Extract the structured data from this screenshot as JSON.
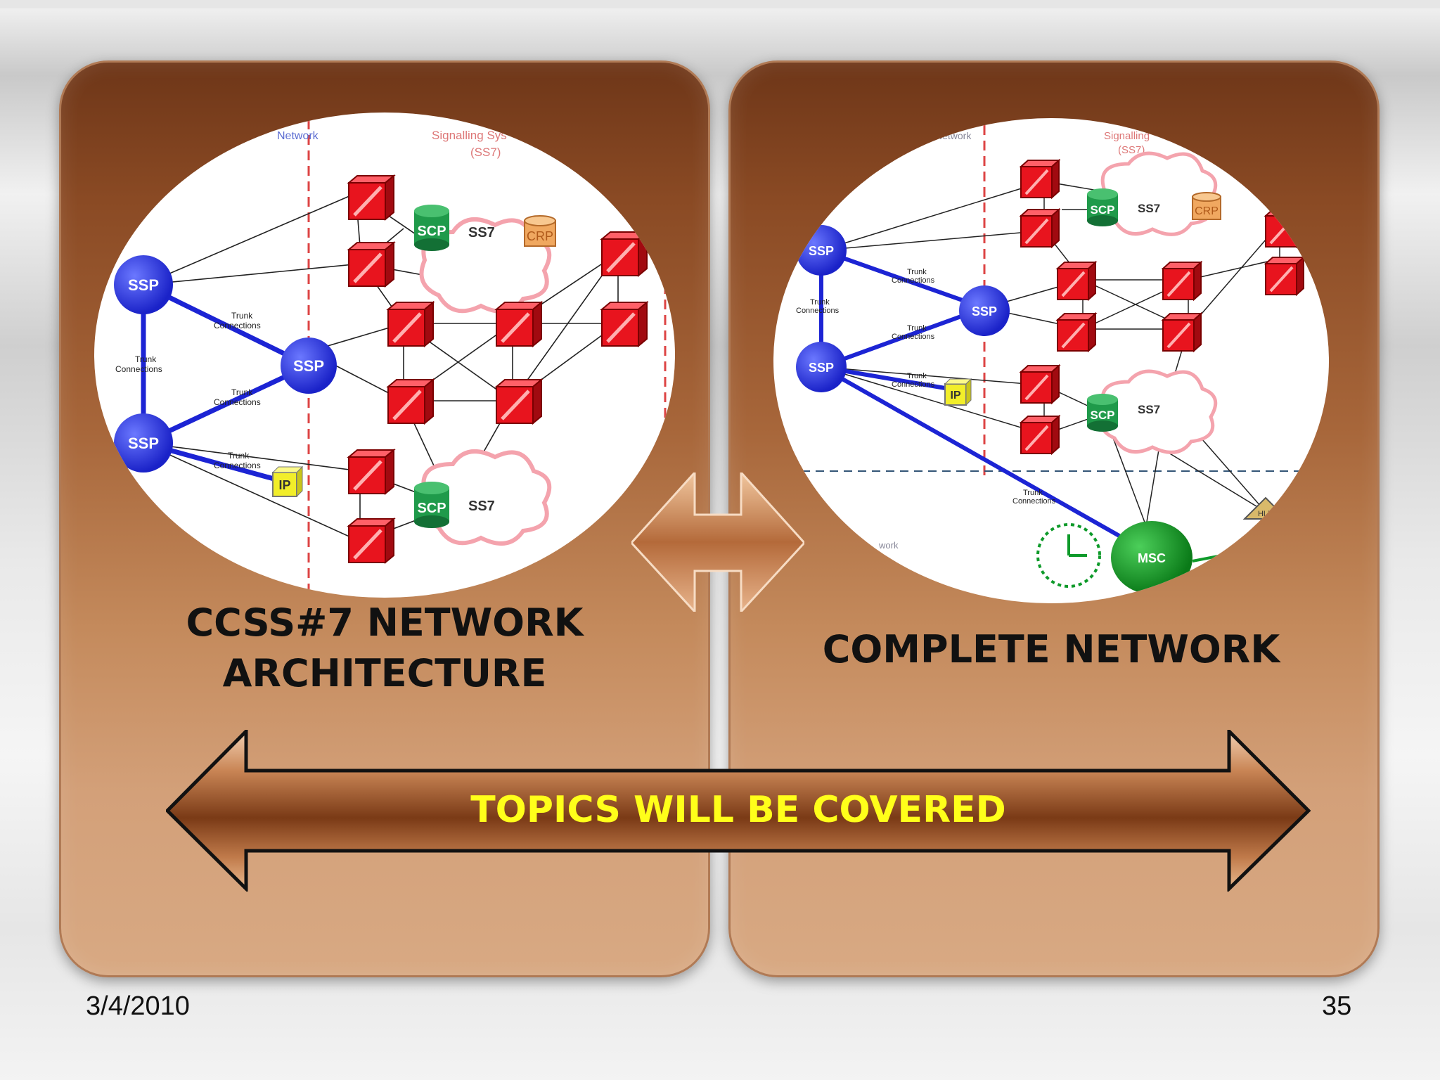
{
  "slide": {
    "left_title_line1": "CCSS#7 NETWORK",
    "left_title_line2": "ARCHITECTURE",
    "right_title": "COMPLETE NETWORK",
    "arrow_label": "TOPICS WILL BE COVERED",
    "date": "3/4/2010",
    "page_number": "35"
  },
  "left_diagram": {
    "header_left": "Network",
    "header_right_1": "Signalling Sys",
    "header_right_2": "(SS7)",
    "ssp_label": "SSP",
    "scp_label": "SCP",
    "ss7_label": "SS7",
    "crp_label": "CRP",
    "ip_label": "IP",
    "trunk_line1": "Trunk",
    "trunk_line2": "Connections"
  },
  "right_diagram": {
    "header_left": "Network",
    "header_right_1": "Signalling",
    "header_right_2": "(SS7)",
    "ssp_label": "SSP",
    "scp_label": "SCP",
    "ss7_label": "SS7",
    "crp_label": "CRP",
    "ip_label": "IP",
    "msc_label": "MSC",
    "hlr_label": "HLR",
    "trunk_line1": "Trunk",
    "trunk_line2": "Connections",
    "network_label": "work"
  },
  "colors": {
    "arrow_label": "#ffff1a",
    "ssp_blue": "#1f2ad6",
    "stp_red": "#e8141e",
    "scp_green": "#1f9a4a",
    "crp_orange": "#f0a860",
    "ip_yellow": "#f2ee2a",
    "msc_green": "#0e8a1c"
  }
}
